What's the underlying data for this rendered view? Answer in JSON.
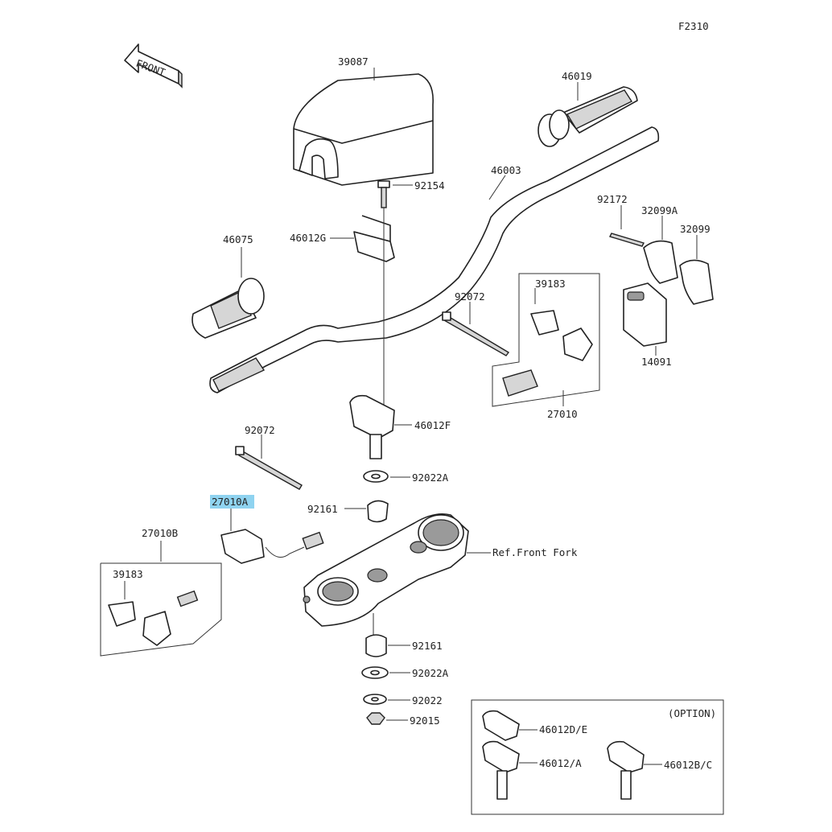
{
  "diagram": {
    "code": "F2310",
    "front_label": "FRONT",
    "option_label": "(OPTION)",
    "ref_label": "Ref.Front Fork",
    "highlight_color": "#8fd3f0",
    "parts": {
      "p39087": "39087",
      "p46019": "46019",
      "p92154": "92154",
      "p46003": "46003",
      "p92172": "92172",
      "p32099A": "32099A",
      "p32099": "32099",
      "p46012G": "46012G",
      "p46075": "46075",
      "p39183_top": "39183",
      "p92072_top": "92072",
      "p14091": "14091",
      "p27010": "27010",
      "p46012F": "46012F",
      "p92072_mid": "92072",
      "p92022A_top": "92022A",
      "p27010A": "27010A",
      "p92161_top": "92161",
      "p27010B": "27010B",
      "p39183_bottom": "39183",
      "p92161_bottom": "92161",
      "p92022A_bottom": "92022A",
      "p92022": "92022",
      "p92015": "92015",
      "p46012DE": "46012D/E",
      "p46012A": "46012/A",
      "p46012BC": "46012B/C"
    }
  }
}
